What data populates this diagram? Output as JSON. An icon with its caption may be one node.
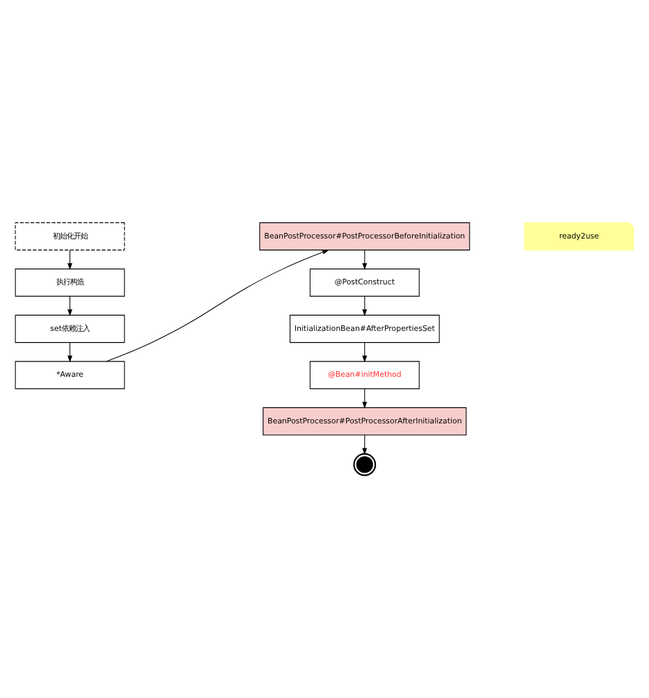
{
  "diagram": {
    "nodes": [
      {
        "text": [
          "初始化开始"
        ]
      },
      {
        "text": [
          "执行构造"
        ]
      },
      {
        "text": [
          "set依赖注入"
        ]
      },
      {
        "text": [
          "*Aware"
        ]
      },
      {
        "text": [
          "BeanPostProcessor#PostProcessorBeforeInitialization"
        ]
      },
      {
        "text": [
          "@PostConstruct"
        ]
      },
      {
        "text": [
          "InitializationBean#AfterPropertiesSet"
        ]
      },
      {
        "text": [
          "@Bean#initMethod"
        ]
      },
      {
        "text": [
          "BeanPostProcessor#PostProcessorAfterInitialization"
        ]
      },
      {
        "text": [],
        "shape": "circle"
      },
      {
        "text": [
          "ready2use"
        ]
      }
    ],
    "edges": [
      {
        "from": 0,
        "to": 1,
        "arrow": "to"
      },
      {
        "from": 1,
        "to": 2,
        "arrow": "to"
      },
      {
        "from": 2,
        "to": 3,
        "arrow": "to"
      },
      {
        "from": 3,
        "to": 4,
        "arrow": "to"
      },
      {
        "from": 4,
        "to": 5,
        "arrow": "to"
      },
      {
        "from": 5,
        "to": 6,
        "arrow": "to"
      },
      {
        "from": 6,
        "to": 7,
        "arrow": "to"
      },
      {
        "from": 7,
        "to": 8,
        "arrow": "to"
      },
      {
        "from": 8,
        "to": 9,
        "arrow": "to"
      }
    ]
  }
}
